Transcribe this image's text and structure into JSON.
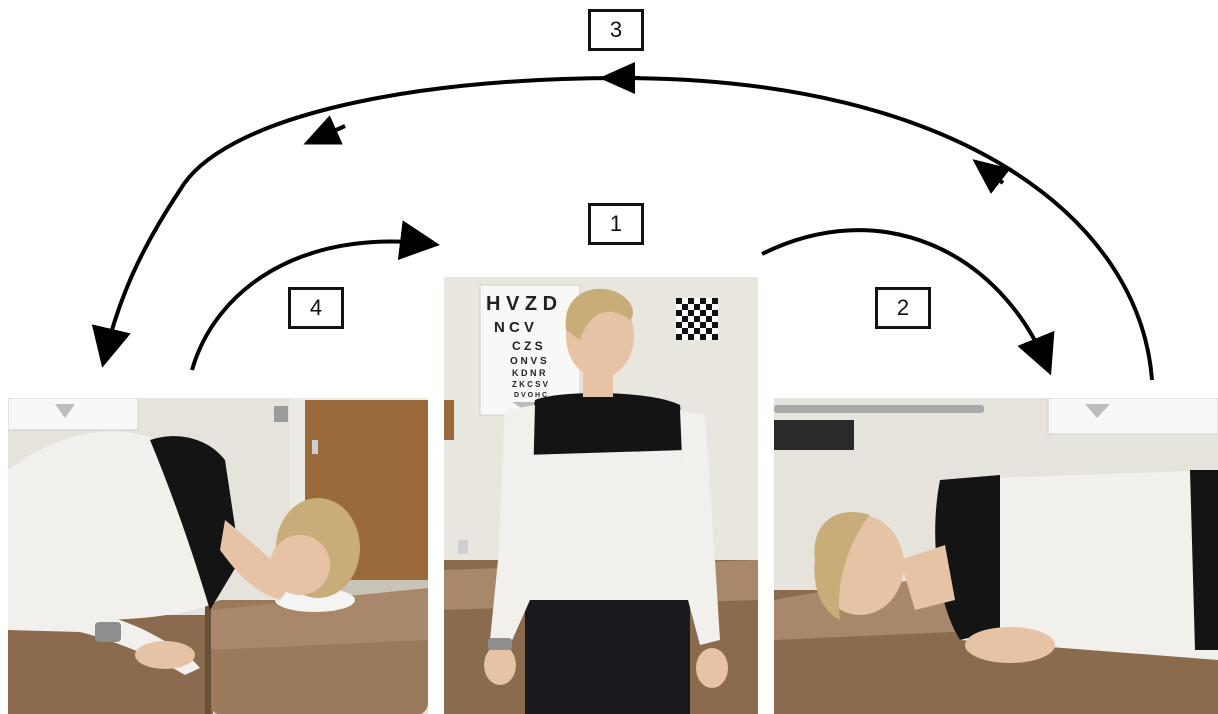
{
  "steps": [
    {
      "id": "1",
      "label": "1",
      "pose": "seated upright facing forward"
    },
    {
      "id": "2",
      "label": "2",
      "pose": "lying on side, head turned up"
    },
    {
      "id": "3",
      "label": "3",
      "pose": "roll over to opposite side"
    },
    {
      "id": "4",
      "label": "4",
      "pose": "lying on side, face down on towel"
    }
  ],
  "colors": {
    "arrow": "#000000",
    "box_border": "#111111",
    "wall": "#e6e3dc",
    "table_leather": "#8a6b4e",
    "black_top": "#141414",
    "white_sleeve": "#f1f0ec",
    "pants": "#1a1a1f",
    "hair": "#c9ad78",
    "skin": "#e7c3a6",
    "door": "#9a6a3a",
    "eye_chart_letters": [
      "H V Z D",
      "N C V",
      "C Z S",
      "O N V S",
      "K D N R",
      "Z K C S V",
      "D V O H C"
    ]
  }
}
